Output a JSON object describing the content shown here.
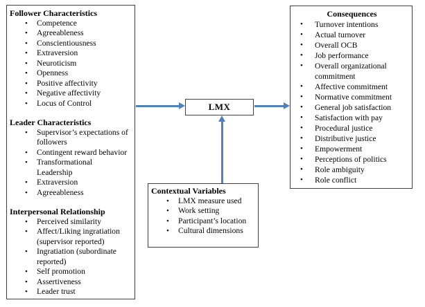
{
  "colors": {
    "arrow_color": "#4f81bd",
    "border_color": "#3f3f3f"
  },
  "left_box": {
    "sections": [
      {
        "title": "Follower Characteristics",
        "items": [
          "Competence",
          "Agreeableness",
          "Conscientiousness",
          "Extraversion",
          "Neuroticism",
          "Openness",
          "Positive affectivity",
          "Negative affectivity",
          "Locus of Control"
        ]
      },
      {
        "title": "Leader Characteristics",
        "items": [
          "Supervisor’s expectations of\nfollowers",
          "Contingent reward behavior",
          "Transformational\nLeadership",
          "Extraversion",
          "Agreeableness"
        ]
      },
      {
        "title": "Interpersonal Relationship",
        "items": [
          "Perceived similarity",
          "Affect/Liking ingratiation\n(supervisor reported)",
          "Ingratiation (subordinate\nreported)",
          "Self promotion",
          "Assertiveness",
          "Leader trust"
        ]
      }
    ]
  },
  "center_box": {
    "title": "LMX"
  },
  "right_box": {
    "title": "Consequences",
    "items": [
      "Turnover intentions",
      "Actual turnover",
      "Overall OCB",
      "Job performance",
      "Overall organizational\ncommitment",
      "Affective commitment",
      "Normative commitment",
      "General job satisfaction",
      "Satisfaction with pay",
      "Procedural justice",
      "Distributive justice",
      "Empowerment",
      "Perceptions of politics",
      "Role ambiguity",
      "Role conflict"
    ]
  },
  "bottom_box": {
    "title": "Contextual Variables",
    "items": [
      "LMX measure used",
      "Work setting",
      "Participant’s location",
      "Cultural dimensions"
    ]
  }
}
